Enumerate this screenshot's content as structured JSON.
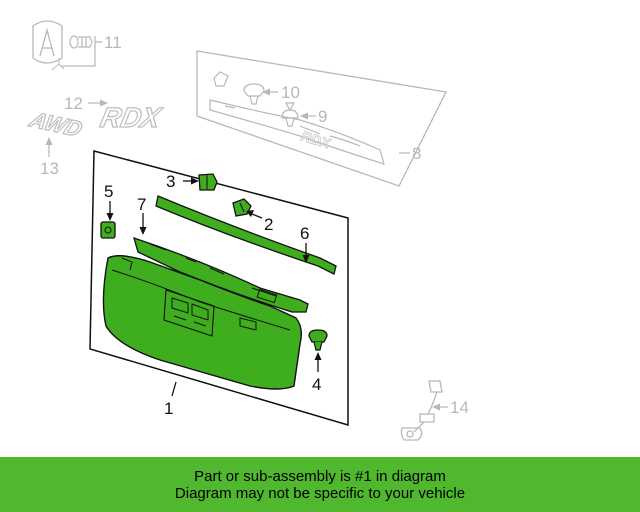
{
  "callouts": {
    "c1": "1",
    "c2": "2",
    "c3": "3",
    "c4": "4",
    "c5": "5",
    "c6": "6",
    "c7": "7",
    "c8": "8",
    "c9": "9",
    "c10": "10",
    "c11": "11",
    "c12": "12",
    "c13": "13",
    "c14": "14"
  },
  "emblems": {
    "model": "RDX",
    "drive": "AWD"
  },
  "banner": {
    "line1": "Part or sub-assembly is #1 in diagram",
    "line2": "Diagram may not be specific to your vehicle"
  },
  "colors": {
    "highlight": "#4fb82f",
    "part_fill": "#3fae1e",
    "line_dark": "#111111",
    "line_gray": "#b8b8b8"
  }
}
